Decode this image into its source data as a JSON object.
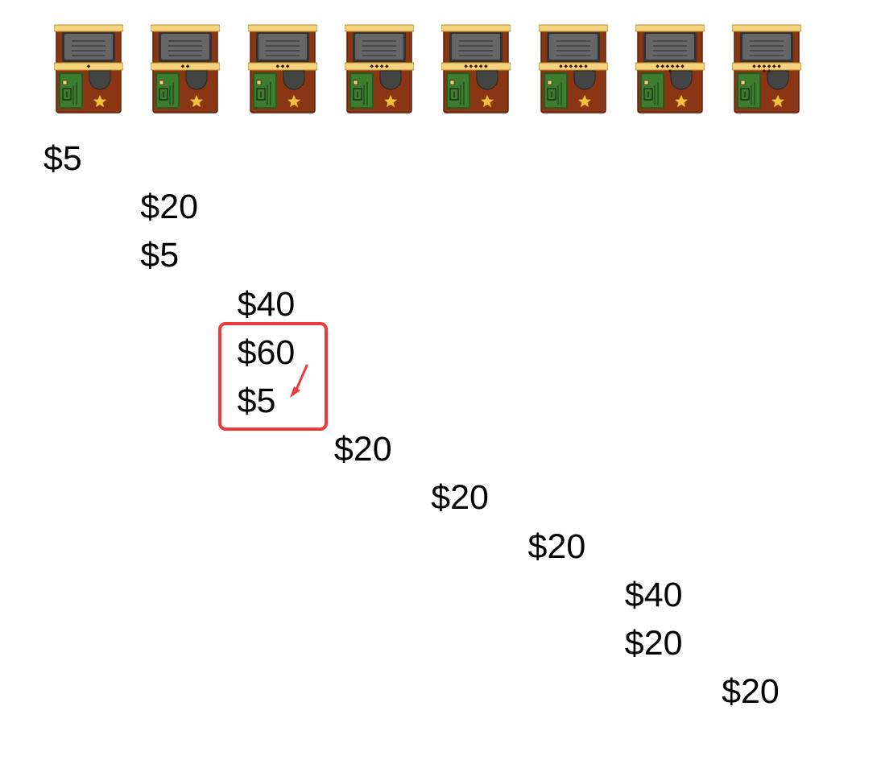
{
  "machines": [
    {
      "diamonds": 1
    },
    {
      "diamonds": 2
    },
    {
      "diamonds": 3
    },
    {
      "diamonds": 4
    },
    {
      "diamonds": 5
    },
    {
      "diamonds": 6
    },
    {
      "diamonds": 7
    },
    {
      "diamonds": 8
    }
  ],
  "payouts": [
    {
      "machine": 1,
      "text": "$5"
    },
    {
      "machine": 2,
      "text": "$20"
    },
    {
      "machine": 2,
      "text": "$5"
    },
    {
      "machine": 3,
      "text": "$40"
    },
    {
      "machine": 3,
      "text": "$60"
    },
    {
      "machine": 3,
      "text": "$5"
    },
    {
      "machine": 4,
      "text": "$20"
    },
    {
      "machine": 5,
      "text": "$20"
    },
    {
      "machine": 6,
      "text": "$20"
    },
    {
      "machine": 7,
      "text": "$40"
    },
    {
      "machine": 7,
      "text": "$20"
    },
    {
      "machine": 8,
      "text": "$20"
    }
  ],
  "highlight": {
    "color": "#ee3a3d",
    "rows": [
      5,
      6
    ]
  },
  "colors": {
    "cabinet": "#8a3514",
    "trim": "#f5d27c",
    "screen": "#666666",
    "panel": "#3f7d2e",
    "star": "#f2c23d"
  }
}
